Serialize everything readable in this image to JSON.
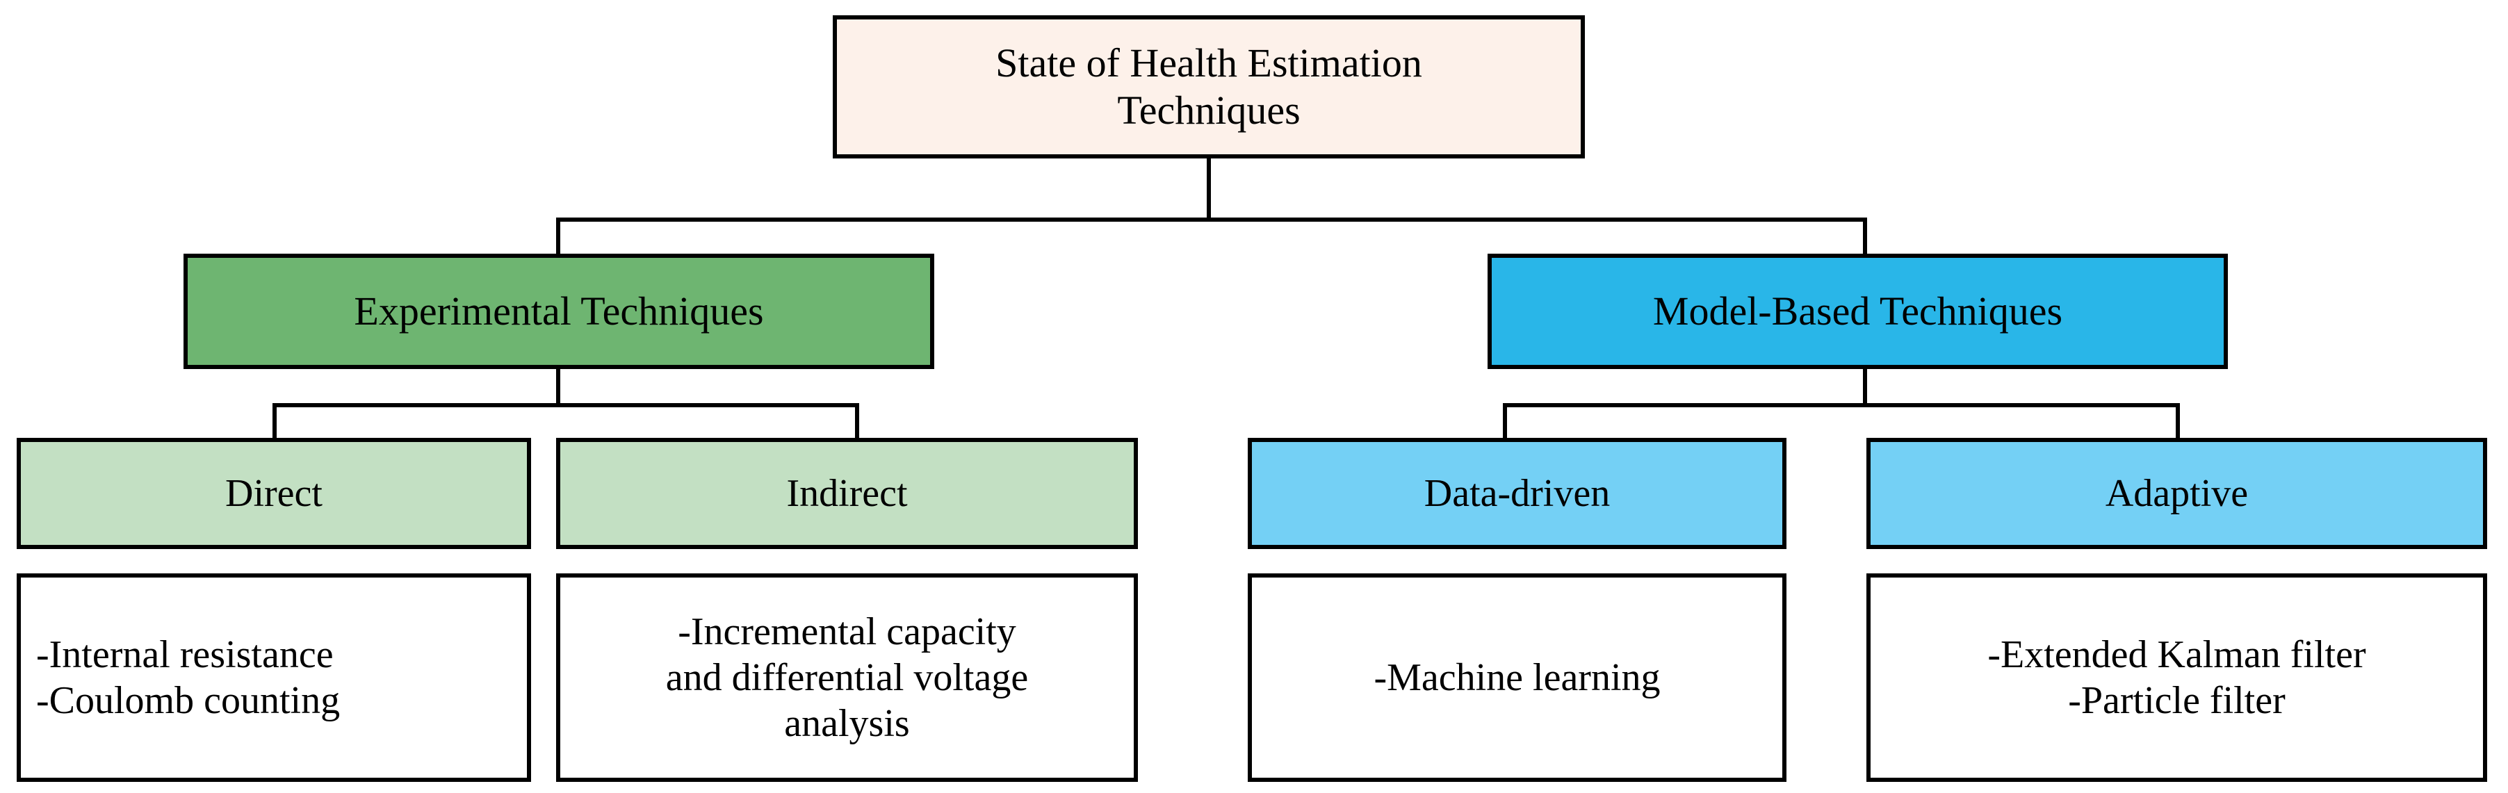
{
  "diagram": {
    "title_node": {
      "label": "State of Health Estimation\nTechniques",
      "fill": "#fdf1ea"
    },
    "branches": [
      {
        "id": "experimental",
        "label": "Experimental Techniques",
        "fill": "#6eb571",
        "children": [
          {
            "id": "direct",
            "label": "Direct",
            "fill": "#c3e0c3",
            "items_text": "-Internal resistance\n-Coulomb counting",
            "items": [
              "-Internal resistance",
              "-Coulomb counting"
            ]
          },
          {
            "id": "indirect",
            "label": "Indirect",
            "fill": "#c3e0c3",
            "items_text": "-Incremental capacity\nand differential voltage\nanalysis",
            "items": [
              "-Incremental capacity",
              "and differential voltage",
              "analysis"
            ]
          }
        ]
      },
      {
        "id": "model_based",
        "label": "Model-Based Techniques",
        "fill": "#29b6e8",
        "children": [
          {
            "id": "data_driven",
            "label": "Data-driven",
            "fill": "#74d0f5",
            "items_text": "-Machine learning",
            "items": [
              "-Machine learning"
            ]
          },
          {
            "id": "adaptive",
            "label": "Adaptive",
            "fill": "#74d0f5",
            "items_text": "-Extended Kalman filter\n-Particle filter",
            "items": [
              "-Extended Kalman filter",
              "-Particle filter"
            ]
          }
        ]
      }
    ],
    "colors": {
      "border": "#000000",
      "background": "#ffffff",
      "root_fill": "#fdf1ea",
      "experimental_fill": "#6eb571",
      "model_based_fill": "#29b6e8",
      "experimental_child_fill": "#c3e0c3",
      "model_based_child_fill": "#74d0f5",
      "leaf_fill": "#ffffff",
      "text": "#000000"
    }
  }
}
